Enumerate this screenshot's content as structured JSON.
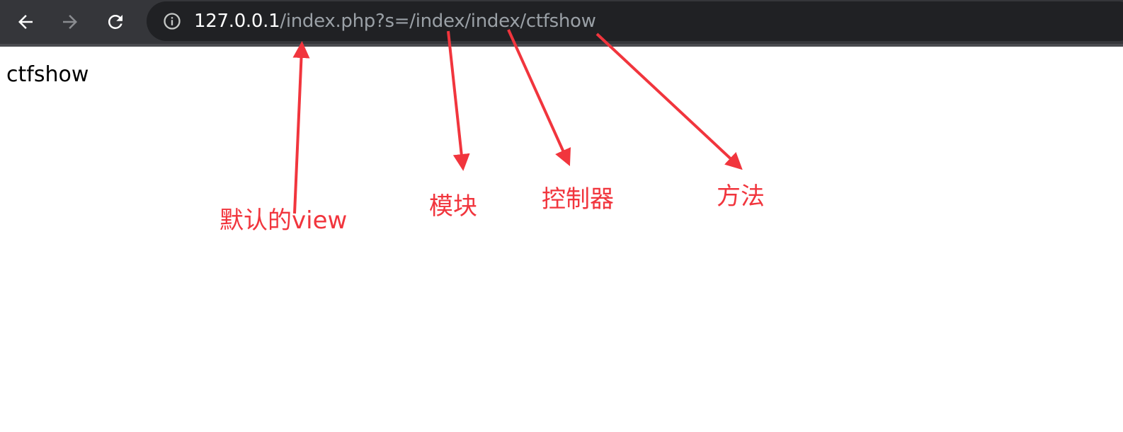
{
  "browser": {
    "back_icon": "arrow-left-icon",
    "forward_icon": "arrow-right-icon",
    "reload_icon": "reload-icon",
    "site_info_icon": "info-icon",
    "url_host": "127.0.0.1",
    "url_path": "/index.php?s=/index/index/ctfshow"
  },
  "page": {
    "body_text": "ctfshow"
  },
  "annotations": {
    "color": "#f1353d",
    "labels": [
      {
        "text": "默认的view",
        "points_to": "/index.php"
      },
      {
        "text": "模块",
        "points_to": "index"
      },
      {
        "text": "控制器",
        "points_to": "index"
      },
      {
        "text": "方法",
        "points_to": "ctfshow"
      }
    ]
  },
  "colors": {
    "toolbar": "#35363a",
    "omnibox": "#202124",
    "url_host": "#ffffff",
    "url_path": "#9aa0a6"
  }
}
